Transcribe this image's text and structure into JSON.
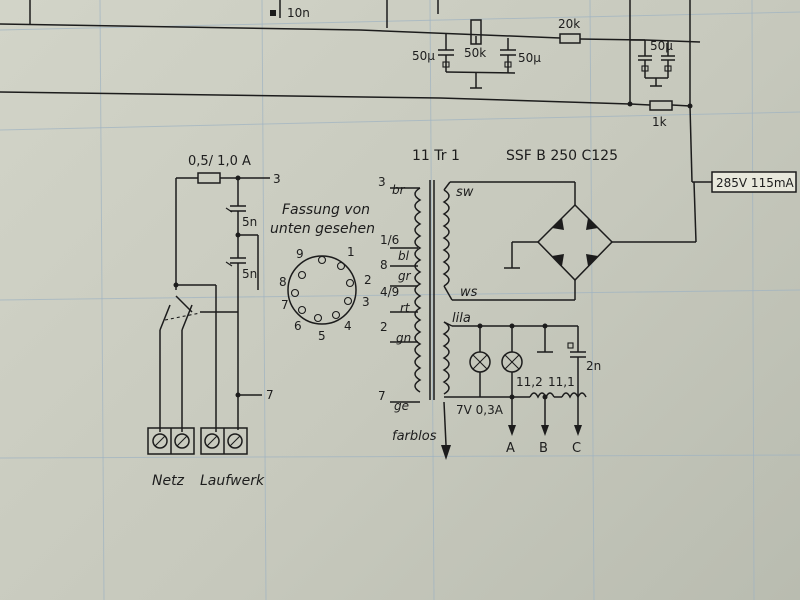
{
  "top": {
    "cap_10n": "10n",
    "cap_50u_left": "50µ",
    "res_50k": "50k",
    "cap_50u_mid": "50µ",
    "res_20k": "20k",
    "cap_50u_right": "50µ",
    "res_1k": "1k"
  },
  "fuse": {
    "label": "0,5/ 1,0 A"
  },
  "left": {
    "term_3": "3",
    "cap_5n_a": "5n",
    "cap_5n_b": "5n",
    "term_7": "7",
    "netz": "Netz",
    "laufwerk": "Laufwerk"
  },
  "socket": {
    "title_1": "Fassung von",
    "title_2": "unten gesehen",
    "pins": [
      "1",
      "2",
      "3",
      "4",
      "5",
      "6",
      "7",
      "8",
      "9"
    ]
  },
  "transformer": {
    "name": "11 Tr 1",
    "rectifier": "SSF B 250 C125",
    "primary": [
      {
        "pin": "3",
        "wire": "br"
      },
      {
        "pin": "1/6",
        "wire": "bl"
      },
      {
        "pin": "8",
        "wire": "gr"
      },
      {
        "pin": "4/9",
        "wire": "rt"
      },
      {
        "pin": "2",
        "wire": "gn"
      },
      {
        "pin": "7",
        "wire": "ge"
      }
    ],
    "farblos": "farblos",
    "sec_sw": "sw",
    "sec_ws": "ws",
    "sec_lila": "lila"
  },
  "output": {
    "hv": "285V  115mA",
    "lamp": "7V 0,3A",
    "cap_2n": "2n",
    "coil_a": "11,2",
    "coil_b": "11,1",
    "out_a": "A",
    "out_b": "B",
    "out_c": "C"
  }
}
